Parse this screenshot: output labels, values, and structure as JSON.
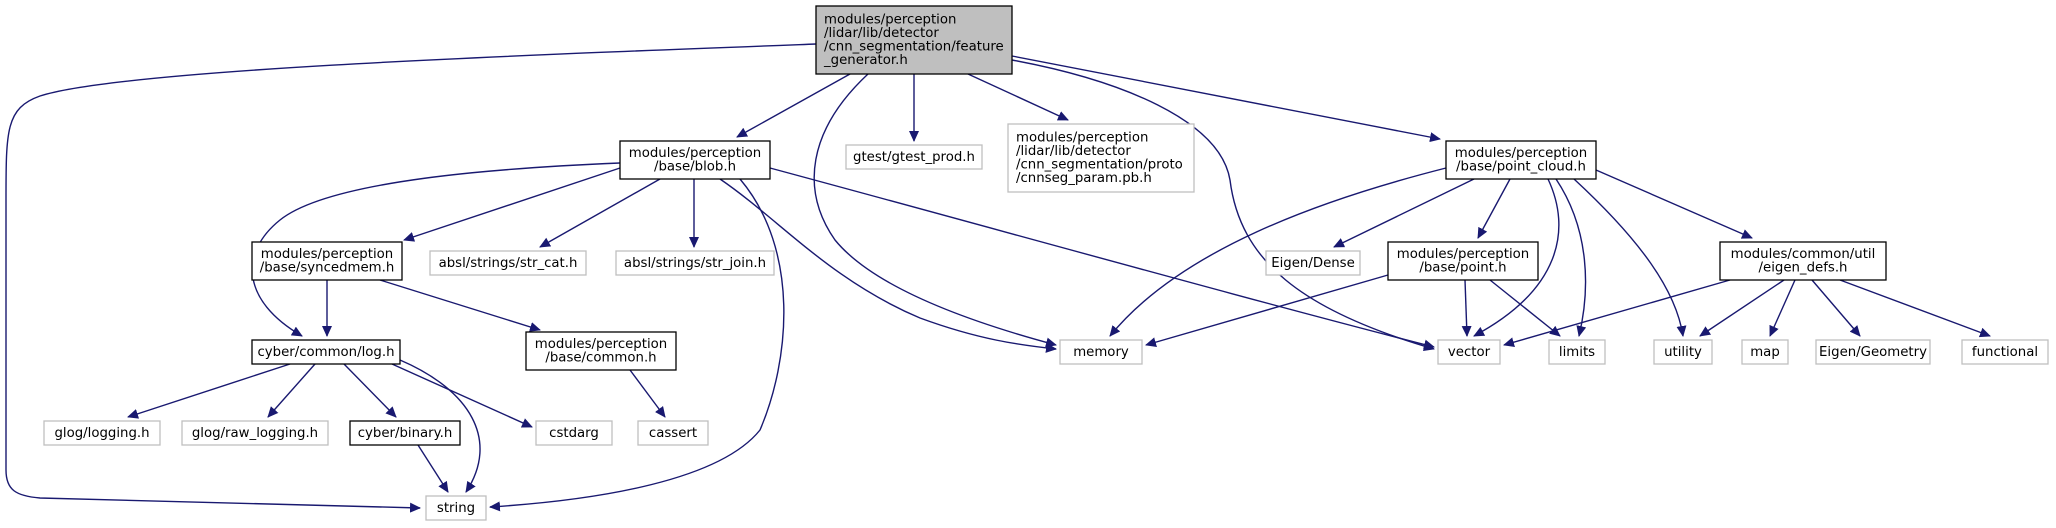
{
  "colors": {
    "edge": "#191970",
    "root_fill": "#bfbfbf",
    "documented_border": "#000000",
    "undocumented_border": "#bfbfbf",
    "text": "#000000"
  },
  "nodes": {
    "root": {
      "lines": [
        "modules/perception",
        "/lidar/lib/detector",
        "/cnn_segmentation/feature",
        "_generator.h"
      ]
    },
    "blob": {
      "lines": [
        "modules/perception",
        "/base/blob.h"
      ]
    },
    "gtest": {
      "lines": [
        "gtest/gtest_prod.h"
      ]
    },
    "cnnseg": {
      "lines": [
        "modules/perception",
        "/lidar/lib/detector",
        "/cnn_segmentation/proto",
        "/cnnseg_param.pb.h"
      ]
    },
    "point_cloud": {
      "lines": [
        "modules/perception",
        "/base/point_cloud.h"
      ]
    },
    "syncedmem": {
      "lines": [
        "modules/perception",
        "/base/syncedmem.h"
      ]
    },
    "str_cat": {
      "lines": [
        "absl/strings/str_cat.h"
      ]
    },
    "str_join": {
      "lines": [
        "absl/strings/str_join.h"
      ]
    },
    "eigen_dense": {
      "lines": [
        "Eigen/Dense"
      ]
    },
    "point": {
      "lines": [
        "modules/perception",
        "/base/point.h"
      ]
    },
    "eigen_defs": {
      "lines": [
        "modules/common/util",
        "/eigen_defs.h"
      ]
    },
    "log": {
      "lines": [
        "cyber/common/log.h"
      ]
    },
    "common": {
      "lines": [
        "modules/perception",
        "/base/common.h"
      ]
    },
    "memory": {
      "lines": [
        "memory"
      ]
    },
    "vector": {
      "lines": [
        "vector"
      ]
    },
    "limits": {
      "lines": [
        "limits"
      ]
    },
    "utility": {
      "lines": [
        "utility"
      ]
    },
    "map": {
      "lines": [
        "map"
      ]
    },
    "eigen_geometry": {
      "lines": [
        "Eigen/Geometry"
      ]
    },
    "functional": {
      "lines": [
        "functional"
      ]
    },
    "glog_logging": {
      "lines": [
        "glog/logging.h"
      ]
    },
    "glog_raw": {
      "lines": [
        "glog/raw_logging.h"
      ]
    },
    "binary": {
      "lines": [
        "cyber/binary.h"
      ]
    },
    "cstdarg": {
      "lines": [
        "cstdarg"
      ]
    },
    "cassert": {
      "lines": [
        "cassert"
      ]
    },
    "string": {
      "lines": [
        "string"
      ]
    }
  }
}
